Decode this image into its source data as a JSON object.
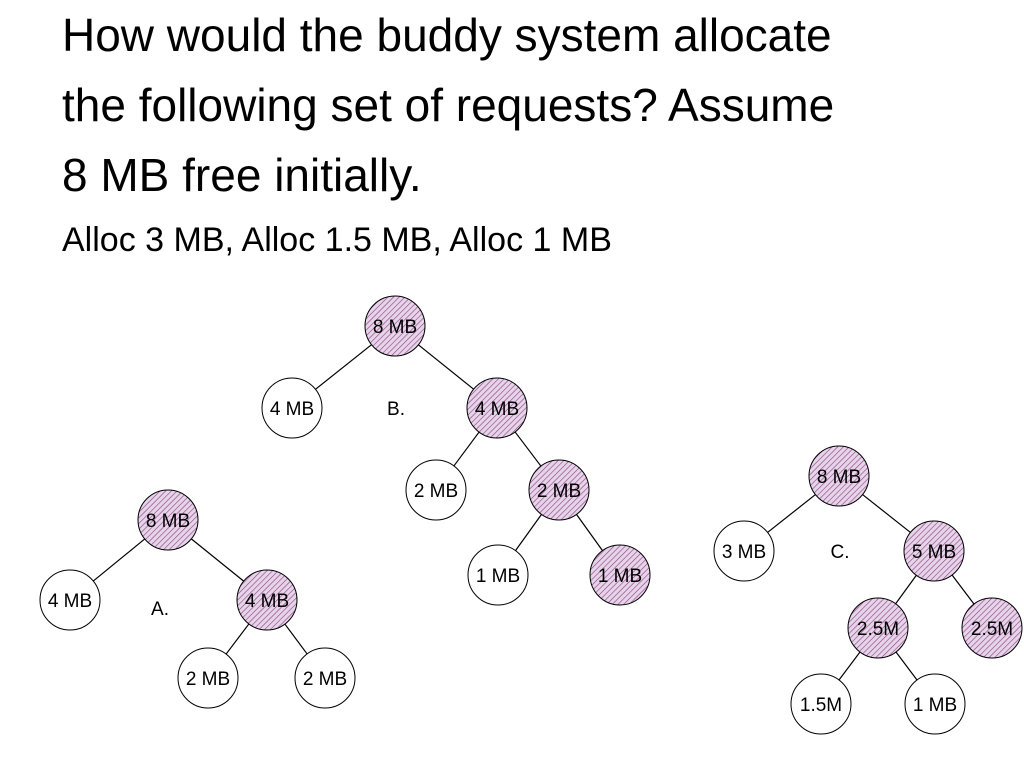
{
  "slide": {
    "title_lines": [
      "How would the buddy system allocate",
      "the following set of requests?  Assume",
      "8 MB free initially."
    ],
    "subtitle": "Alloc 3 MB, Alloc 1.5 MB, Alloc 1 MB"
  },
  "colors": {
    "allocated_fill": "#e6d4ea",
    "hatch": "#8a3f7a",
    "free_fill": "#ffffff",
    "stroke": "#000000"
  },
  "trees": [
    {
      "id": "A",
      "option_label": "A.",
      "nodes": [
        {
          "id": "root",
          "label": "8 MB",
          "allocated": true
        },
        {
          "id": "left",
          "label": "4 MB",
          "allocated": false
        },
        {
          "id": "right",
          "label": "4 MB",
          "allocated": true
        },
        {
          "id": "rl",
          "label": "2 MB",
          "allocated": false
        },
        {
          "id": "rr",
          "label": "2 MB",
          "allocated": false
        }
      ],
      "edges": [
        [
          "root",
          "left"
        ],
        [
          "root",
          "right"
        ],
        [
          "right",
          "rl"
        ],
        [
          "right",
          "rr"
        ]
      ]
    },
    {
      "id": "B",
      "option_label": "B.",
      "nodes": [
        {
          "id": "root",
          "label": "8 MB",
          "allocated": true
        },
        {
          "id": "left",
          "label": "4 MB",
          "allocated": false
        },
        {
          "id": "right",
          "label": "4 MB",
          "allocated": true
        },
        {
          "id": "rl",
          "label": "2 MB",
          "allocated": false
        },
        {
          "id": "rr",
          "label": "2 MB",
          "allocated": true
        },
        {
          "id": "rrl",
          "label": "1 MB",
          "allocated": false
        },
        {
          "id": "rrr",
          "label": "1 MB",
          "allocated": true
        }
      ],
      "edges": [
        [
          "root",
          "left"
        ],
        [
          "root",
          "right"
        ],
        [
          "right",
          "rl"
        ],
        [
          "right",
          "rr"
        ],
        [
          "rr",
          "rrl"
        ],
        [
          "rr",
          "rrr"
        ]
      ]
    },
    {
      "id": "C",
      "option_label": "C.",
      "nodes": [
        {
          "id": "root",
          "label": "8 MB",
          "allocated": true
        },
        {
          "id": "left",
          "label": "3 MB",
          "allocated": false
        },
        {
          "id": "right",
          "label": "5 MB",
          "allocated": true
        },
        {
          "id": "rl",
          "label": "2.5M",
          "allocated": true
        },
        {
          "id": "rr",
          "label": "2.5M",
          "allocated": true
        },
        {
          "id": "rll",
          "label": "1.5M",
          "allocated": false
        },
        {
          "id": "rlr",
          "label": "1 MB",
          "allocated": false
        }
      ],
      "edges": [
        [
          "root",
          "left"
        ],
        [
          "root",
          "right"
        ],
        [
          "right",
          "rl"
        ],
        [
          "right",
          "rr"
        ],
        [
          "rl",
          "rll"
        ],
        [
          "rl",
          "rlr"
        ]
      ]
    }
  ]
}
